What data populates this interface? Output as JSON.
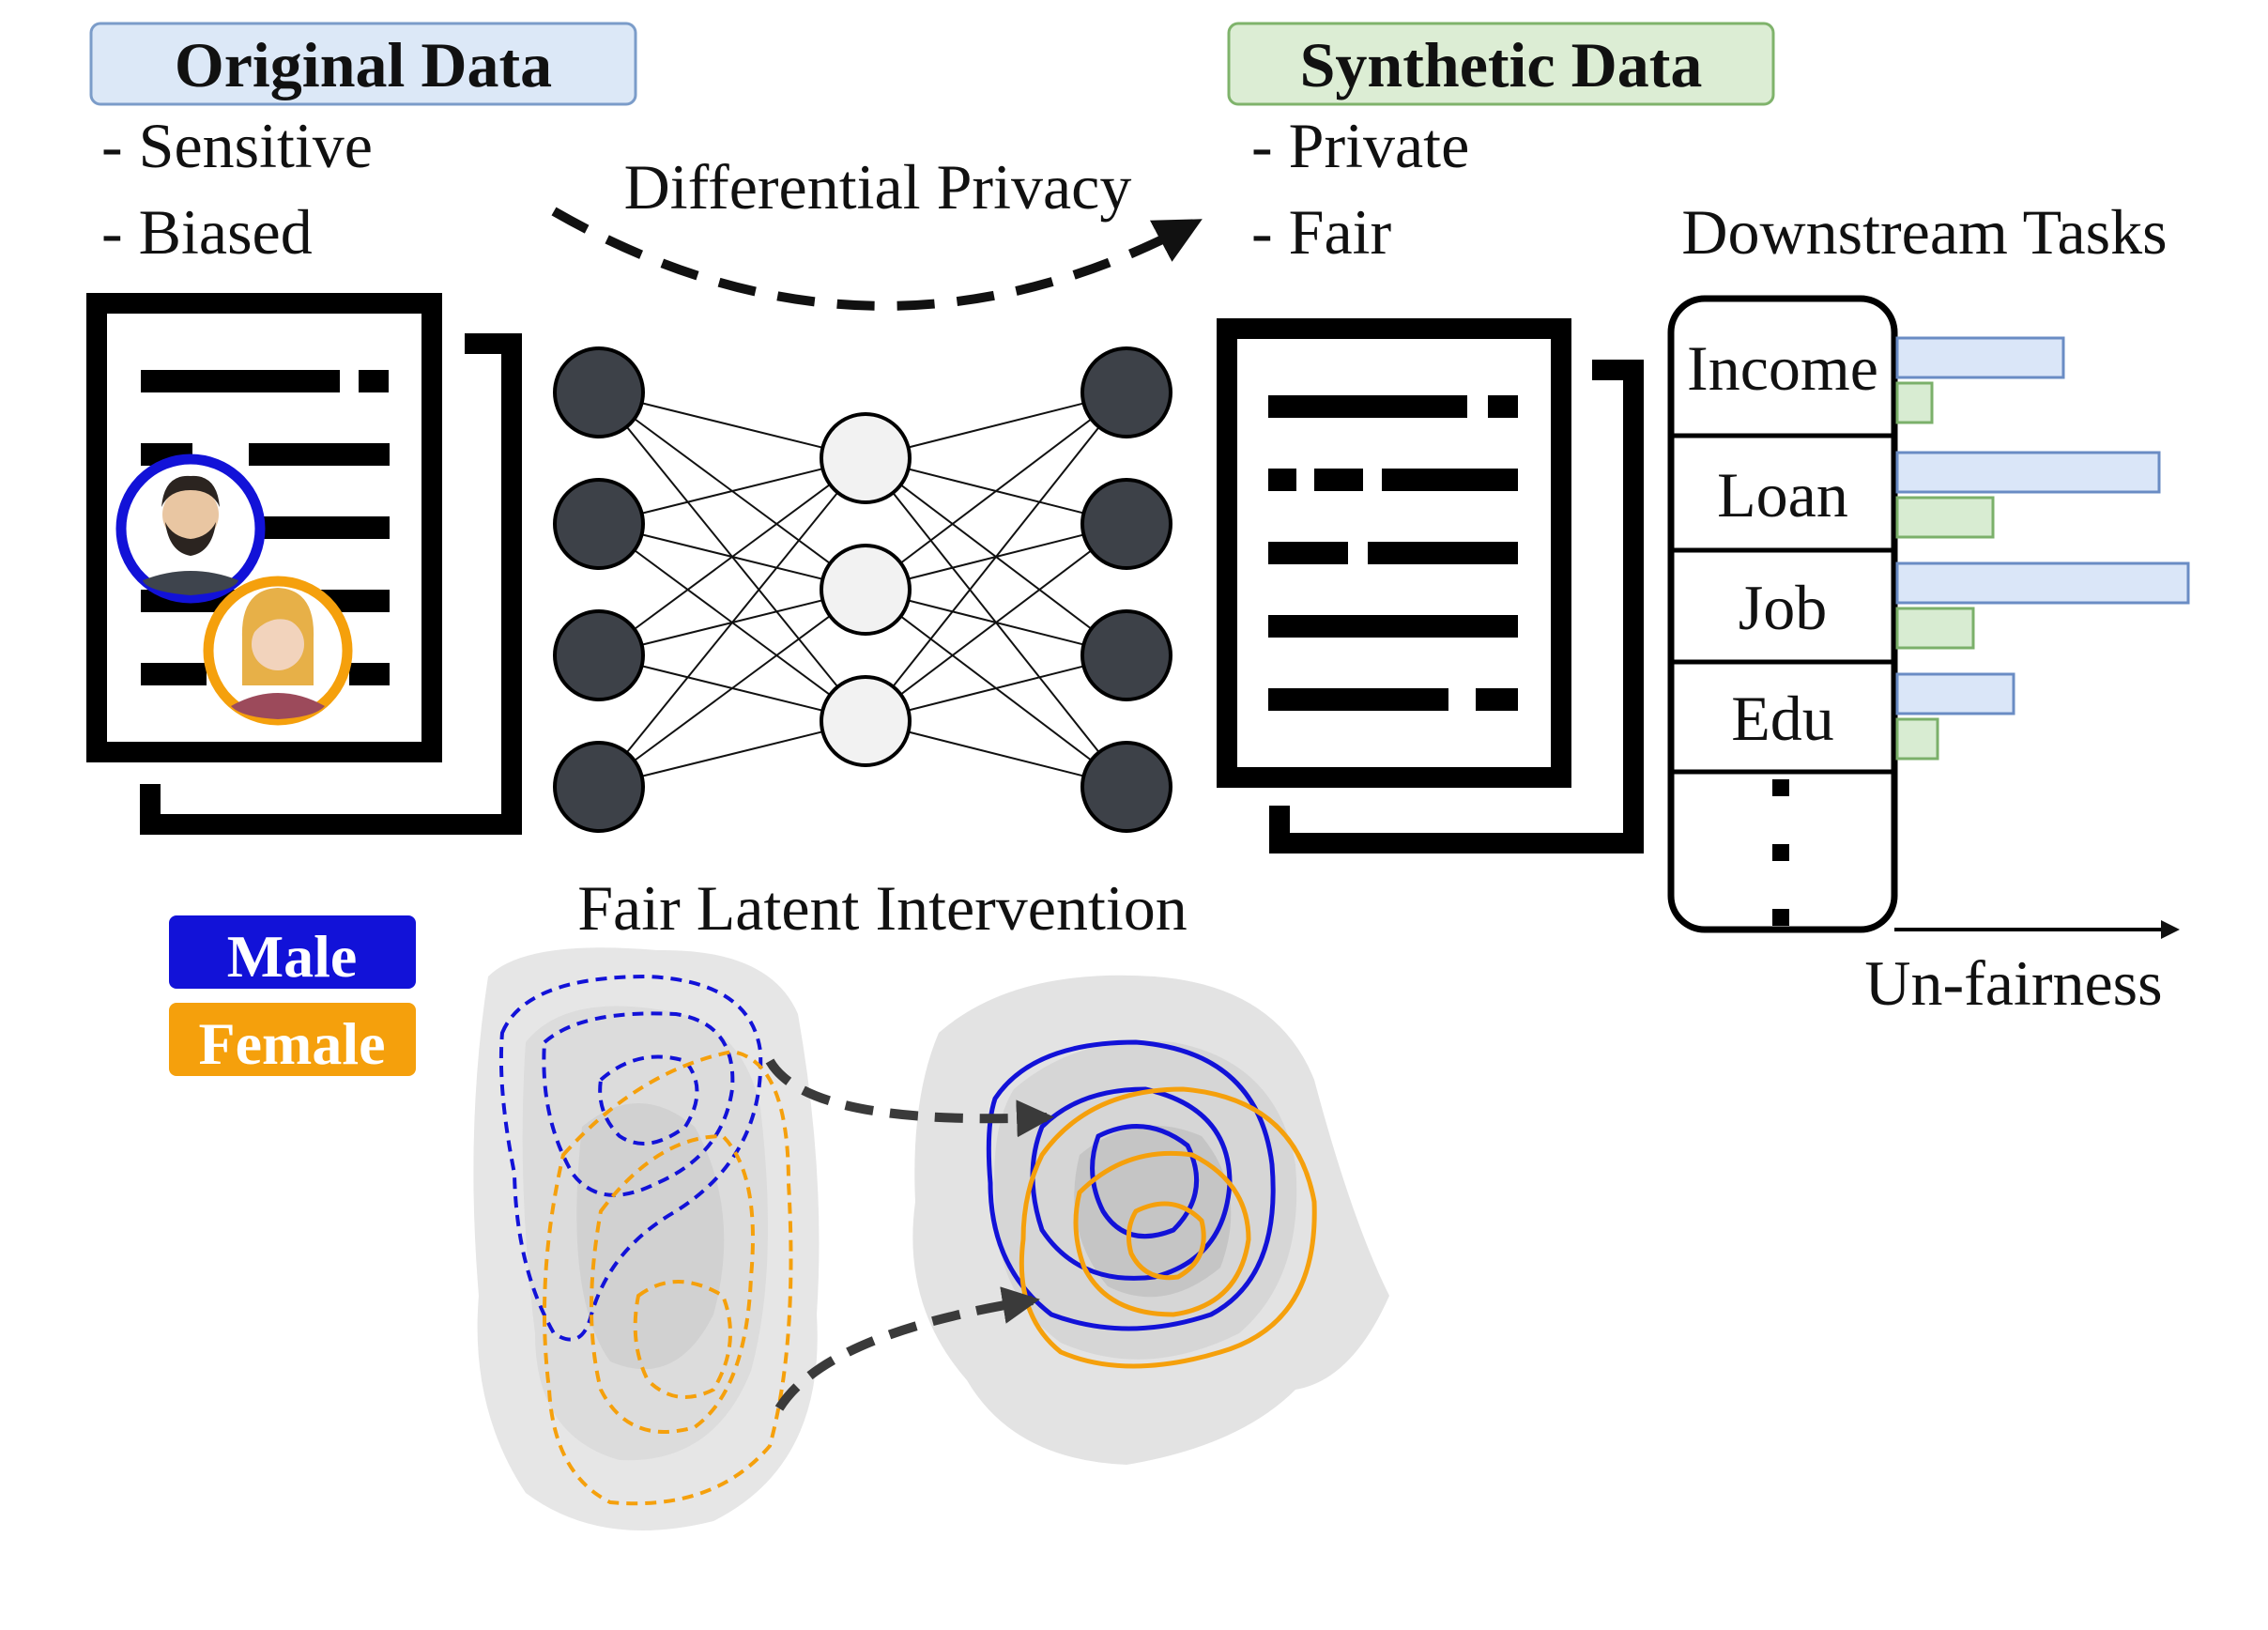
{
  "original": {
    "title": "Original Data",
    "props": [
      "- Sensitive",
      "- Biased"
    ]
  },
  "synthetic": {
    "title": "Synthetic Data",
    "props": [
      "- Private",
      "- Fair"
    ]
  },
  "process": {
    "dp_label": "Differential Privacy",
    "latent_label": "Fair Latent Intervention"
  },
  "legend": {
    "male": "Male",
    "female": "Female"
  },
  "downstream": {
    "title": "Downstream Tasks",
    "axis_label": "Un-fairness",
    "tasks": [
      {
        "name": "Income",
        "original": 0.57,
        "synthetic": 0.12
      },
      {
        "name": "Loan",
        "original": 0.9,
        "synthetic": 0.33
      },
      {
        "name": "Job",
        "original": 1.0,
        "synthetic": 0.26
      },
      {
        "name": "Edu",
        "original": 0.4,
        "synthetic": 0.14
      }
    ]
  },
  "colors": {
    "original_box": "#dce8f7",
    "original_box_border": "#7b9cc9",
    "synthetic_box": "#dcedd4",
    "synthetic_box_border": "#7fb36b",
    "male": "#1212d8",
    "female": "#f5a00c",
    "bar_original": "#dae6f8",
    "bar_original_border": "#6a8cc4",
    "bar_synthetic": "#d8ecd2",
    "bar_synthetic_border": "#7bb06a",
    "node_dark": "#3d4148"
  }
}
